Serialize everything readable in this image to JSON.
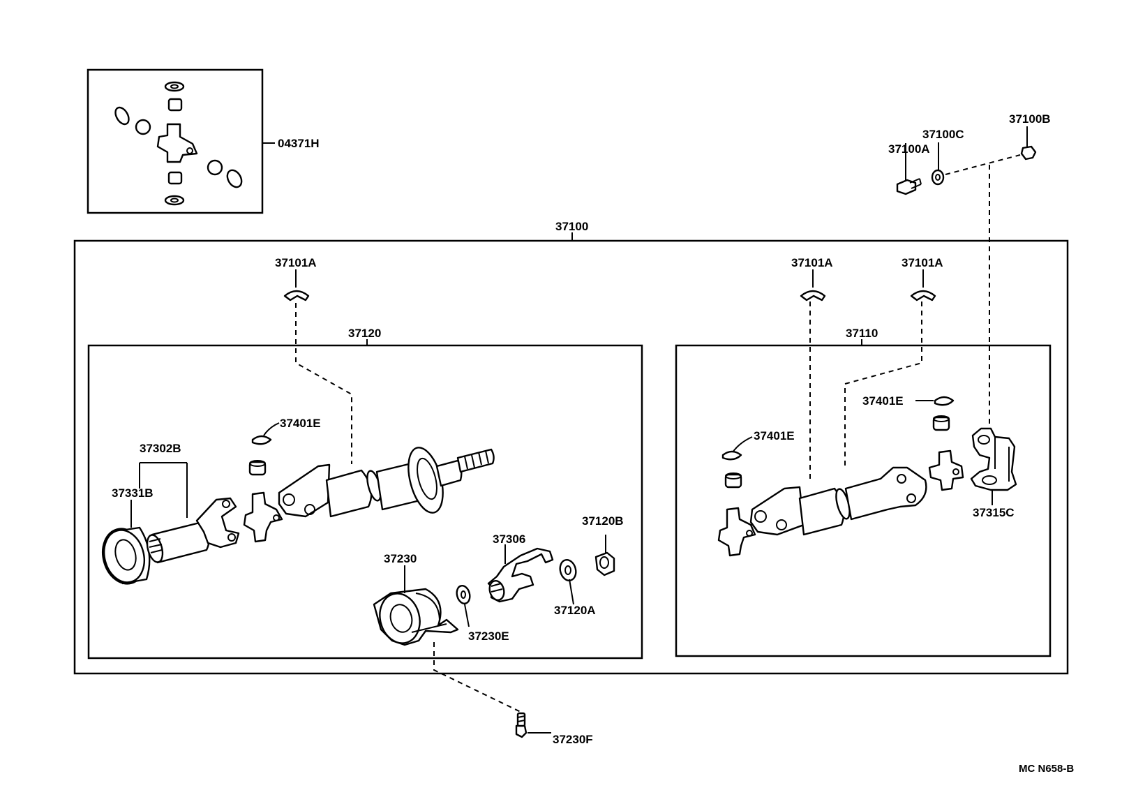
{
  "labels": {
    "p04371H": "04371H",
    "p37100": "37100",
    "p37100A": "37100A",
    "p37100B": "37100B",
    "p37100C": "37100C",
    "p37101A_1": "37101A",
    "p37101A_2": "37101A",
    "p37101A_3": "37101A",
    "p37120": "37120",
    "p37110": "37110",
    "p37401E_1": "37401E",
    "p37401E_2": "37401E",
    "p37401E_3": "37401E",
    "p37302B": "37302B",
    "p37331B": "37331B",
    "p37306": "37306",
    "p37120B": "37120B",
    "p37230": "37230",
    "p37120A": "37120A",
    "p37230E": "37230E",
    "p37230F": "37230F",
    "p37315C": "37315C",
    "code": "MC N658-B"
  }
}
